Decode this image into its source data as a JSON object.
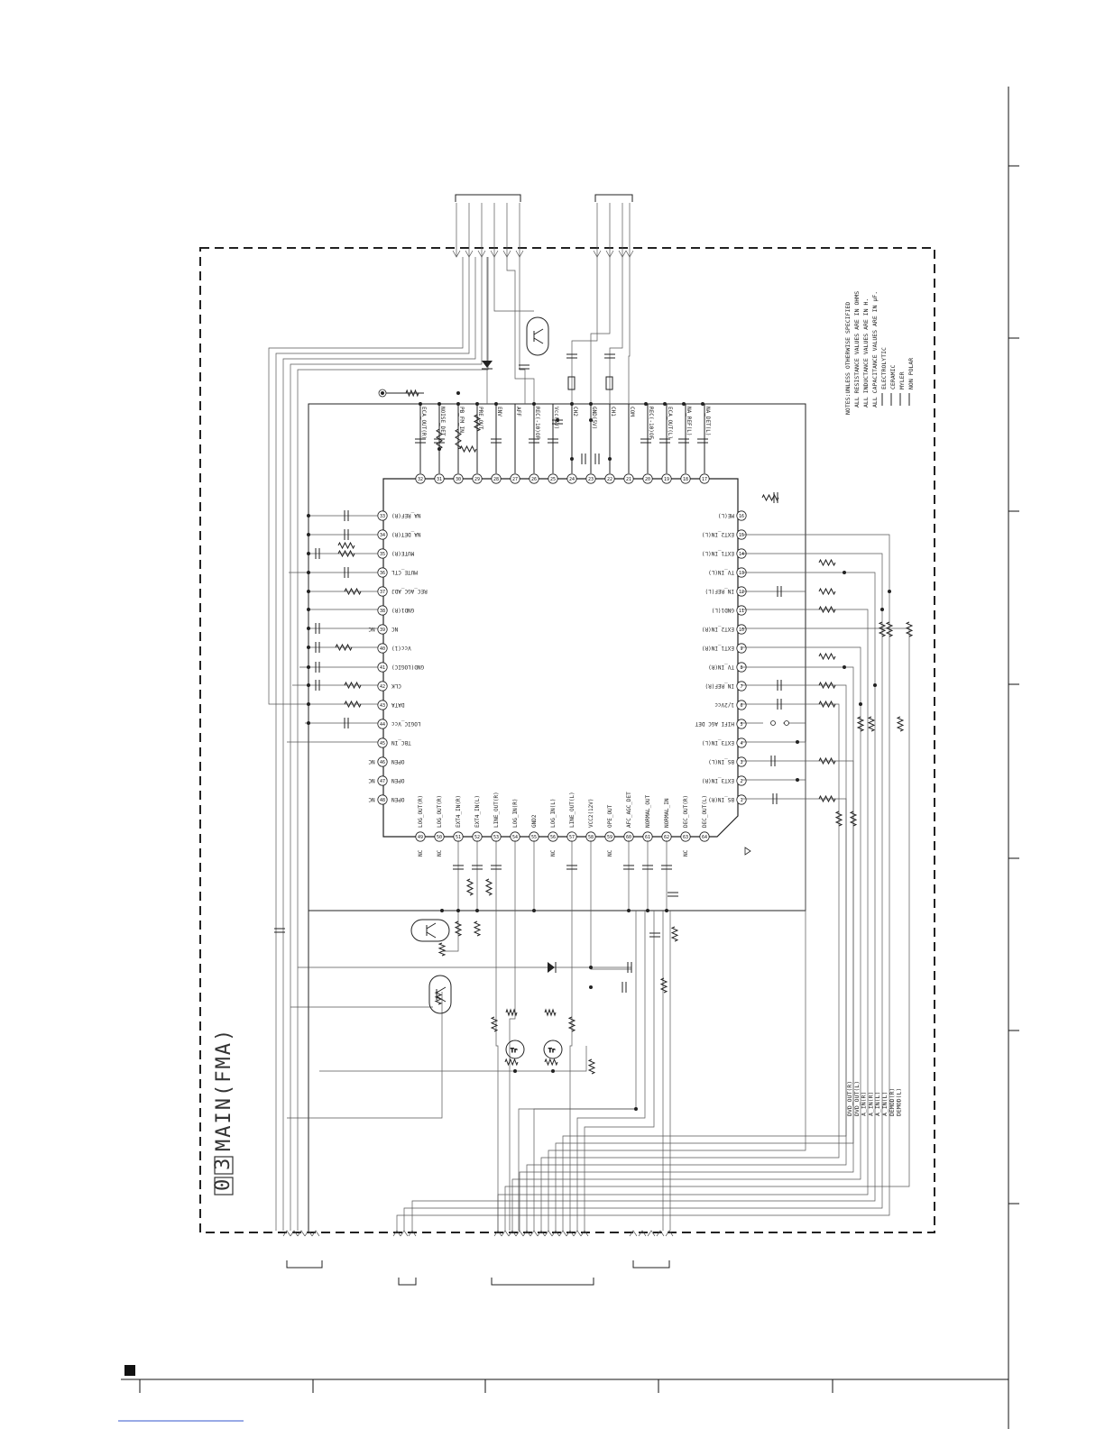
{
  "title": {
    "box1": "0",
    "box2": "3",
    "text": "MAIN(FMA)"
  },
  "notes": [
    "NOTES:UNLESS OTHERWISE SPECIFIED",
    "ALL RESISTANCE VALUES ARE IN OHMS",
    "ALL INDUCTANCE VALUES ARE IN H.",
    "ALL CAPACITANCE VALUES ARE IN µF.",
    "ELECTROLYTIC",
    "CERAMIC",
    "MYLER",
    "NON POLAR"
  ],
  "pins_top": [
    "ECA_OUT(R)",
    "NOISE_DET",
    "PB_FM_IN",
    "PRE_OUT",
    "ENV",
    "AFF",
    "REC(-10)OF",
    "Vcc(5V)",
    "CH2",
    "GND(5V)",
    "CH1",
    "COM",
    "REC(-10)OF",
    "ECA_OUT(L)",
    "NA_REF(L)",
    "NA_DET(L)"
  ],
  "pins_top_nums": [
    "32",
    "31",
    "30",
    "29",
    "28",
    "27",
    "26",
    "25",
    "24",
    "23",
    "22",
    "21",
    "20",
    "19",
    "18",
    "17"
  ],
  "pins_left": [
    "NA_REF(R)",
    "NA_DET(R)",
    "MUTE(R)",
    "MUTE_CTL",
    "REC_AGC_ADJ",
    "GND1(R)",
    "NC",
    "Vcc(1)",
    "GND(LOGIC)",
    "CLK",
    "DATA",
    "LOGIC_Vcc",
    "TBC_IN",
    "OPEN",
    "OPEN",
    "OPEN"
  ],
  "pins_left_marks": [
    "",
    "",
    "",
    "",
    "",
    "",
    "NC",
    "",
    "",
    "",
    "",
    "",
    "",
    "NC",
    "NC",
    "NC"
  ],
  "pins_left_nums": [
    "33",
    "34",
    "35",
    "36",
    "37",
    "38",
    "39",
    "40",
    "41",
    "42",
    "43",
    "44",
    "45",
    "46",
    "47",
    "48"
  ],
  "pins_right": [
    "ME(L)",
    "EXT2_IN(L)",
    "EXT1_IN(L)",
    "TV_IN(L)",
    "IN_REF(L)",
    "GND1(L)",
    "EXT2_IN(R)",
    "EXT1_IN(R)",
    "TV_IN(R)",
    "IN_REF(R)",
    "1/2Vcc",
    "HIFI AGC DET",
    "EXT3_IN(L)",
    "BS_IN(L)",
    "EXT3_IN(R)",
    "BS_IN(R)"
  ],
  "pins_right_nums": [
    "16",
    "15",
    "14",
    "13",
    "12",
    "11",
    "10",
    "9",
    "8",
    "7",
    "6",
    "5",
    "4",
    "3",
    "2",
    "1"
  ],
  "pins_bottom": [
    "LOG_OUT(R)",
    "LOG_OUT(R)",
    "EXT4_IN(R)",
    "EXT4_IN(L)",
    "LINE_OUT(R)",
    "LOG_IN(R)",
    "GND2",
    "LOG_IN(L)",
    "LINE_OUT(L)",
    "VCC2(12V)",
    "OPE_OUT",
    "AFC_AGC_DET",
    "NORMAL_OUT",
    "NORMAL_IN",
    "DEC_OUT(R)",
    "DEC_OUT(L)"
  ],
  "pins_bottom_marks": [
    "NC",
    "NC",
    "",
    "",
    "",
    "",
    "",
    "NC",
    "",
    "",
    "NC",
    "",
    "",
    "",
    "NC",
    ""
  ],
  "pins_bottom_nums": [
    "49",
    "50",
    "51",
    "52",
    "53",
    "54",
    "55",
    "56",
    "57",
    "58",
    "59",
    "60",
    "61",
    "62",
    "63",
    "64"
  ],
  "signals_bottom": [
    "DVD_OUT(R)",
    "DVD_OUT(L)",
    "A_IN(R)",
    "A_IN(R)",
    "A_IN(L)",
    "A_IN(L)",
    "DEMOD(R)",
    "DEMOD(L)"
  ],
  "grid_colors": {
    "line": "#222222",
    "paper": "#ffffff"
  }
}
